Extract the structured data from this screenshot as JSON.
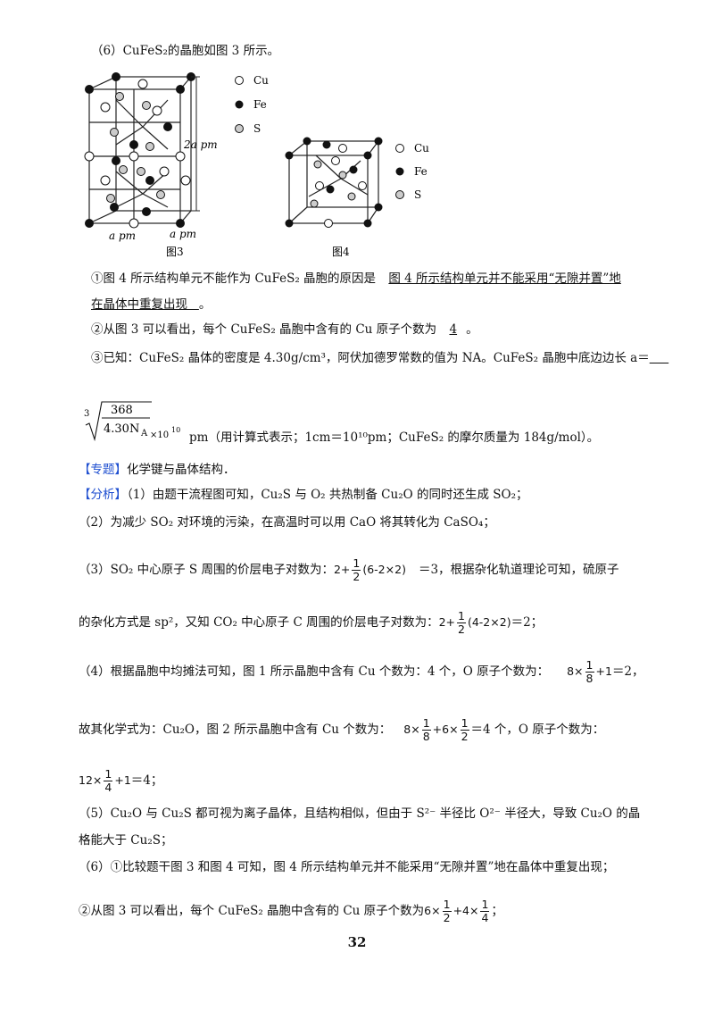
{
  "q6_intro": "（6）CuFeS₂的晶胞如图 3 所示。",
  "fig3": {
    "caption": "图3",
    "label_h": "2a pm",
    "label_a1": "a pm",
    "label_a2": "a pm"
  },
  "fig4": {
    "caption": "图4"
  },
  "legend": {
    "cu": "Cu",
    "fe": "Fe",
    "s": "S"
  },
  "q1_prefix": "①图 4 所示结构单元不能作为 CuFeS₂ 晶胞的原因是",
  "q1_answer": "图 4 所示结构单元并不能采用“无隙并置”地",
  "q1_answer_2": "在晶体中重复出现",
  "q1_end": "。",
  "q2_prefix": "②从图 3 可以看出，每个 CuFeS₂ 晶胞中含有的 Cu 原子个数为",
  "q2_answer": "4",
  "q2_end": "。",
  "q3_text": "③已知：CuFeS₂ 晶体的密度是 4.30g/cm³，阿伏加德罗常数的值为 NA。CuFeS₂ 晶胞中底边边长 a＝",
  "formula": {
    "root_index": "3",
    "num": "368",
    "den": "4.30N",
    "den_sub": "A",
    "times": "×10",
    "exp": "10"
  },
  "formula_tail": "pm（用计算式表示；1cm＝10¹⁰pm；CuFeS₂ 的摩尔质量为 184g/mol）。",
  "topic_tag": "【专题】",
  "topic_text": "化学键与晶体结构．",
  "analysis_tag": "【分析】",
  "a1": "（1）由题干流程图可知，Cu₂S 与 O₂ 共热制备 Cu₂O 的同时还生成 SO₂；",
  "a2": "（2）为减少 SO₂ 对环境的污染，在高温时可以用 CaO 将其转化为 CaSO₄；",
  "a3_pre": "（3）SO₂ 中心原子 S 周围的价层电子对数为：",
  "a3_expr": "(6-2×2)",
  "a3_post": "＝3，根据杂化轨道理论可知，硫原子",
  "a3b_pre": "的杂化方式是 sp²，又知 CO₂ 中心原子 C 周围的价层电子对数为：",
  "a3b_expr": "(4-2×2)",
  "a3b_post": "＝2；",
  "a4_pre": "（4）根据晶胞中均摊法可知，图 1 所示晶胞中含有 Cu 个数为：4 个，O 原子个数为：",
  "a4_post": "＝2，",
  "a4b_pre": "故其化学式为：Cu₂O，图 2 所示晶胞中含有 Cu 个数为：",
  "a4b_post": "＝4 个，O 原子个数为：",
  "a4c_post": "＝4；",
  "a5": "（5）Cu₂O 与 Cu₂S 都可视为离子晶体，且结构相似，但由于 S²⁻ 半径比 O²⁻ 半径大，导致 Cu₂O 的晶",
  "a5b": "格能大于 Cu₂S；",
  "a6": "（6）①比较题干图 3 和图 4 可知，图 4 所示结构单元并不能采用“无隙并置”地在晶体中重复出现；",
  "a6b_pre": "②从图 3 可以看出，每个 CuFeS₂ 晶胞中含有的 Cu 原子个数为",
  "a6b_post": "；",
  "page_number": "32"
}
